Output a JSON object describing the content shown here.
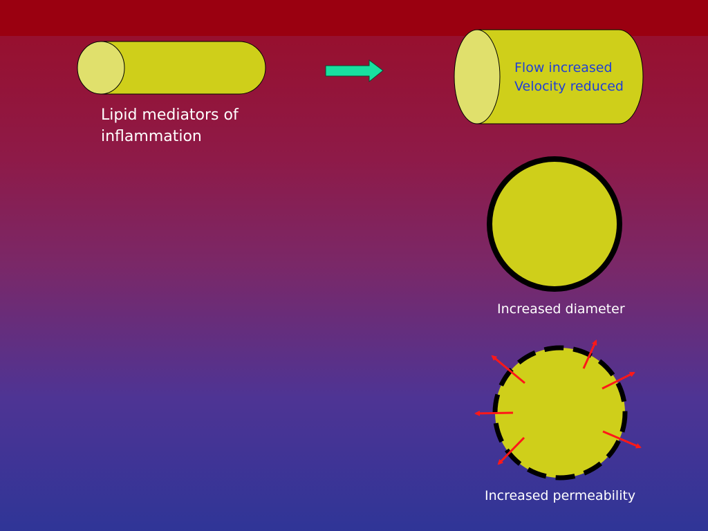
{
  "lipid_label": {
    "line1": "Lipid mediators of",
    "line2": "inflammation"
  },
  "large_vessel_label": {
    "line1": "Flow increased",
    "line2": "Velocity reduced"
  },
  "diameter_label": "Increased diameter",
  "permeability_label": "Increased permeability",
  "colors": {
    "vessel_fill": "#cfcf1a",
    "vessel_end": "#e0e06c",
    "arrow": "#18e0a0",
    "leak_arrow": "#ff1818",
    "label_blue": "#1f3fd6"
  }
}
